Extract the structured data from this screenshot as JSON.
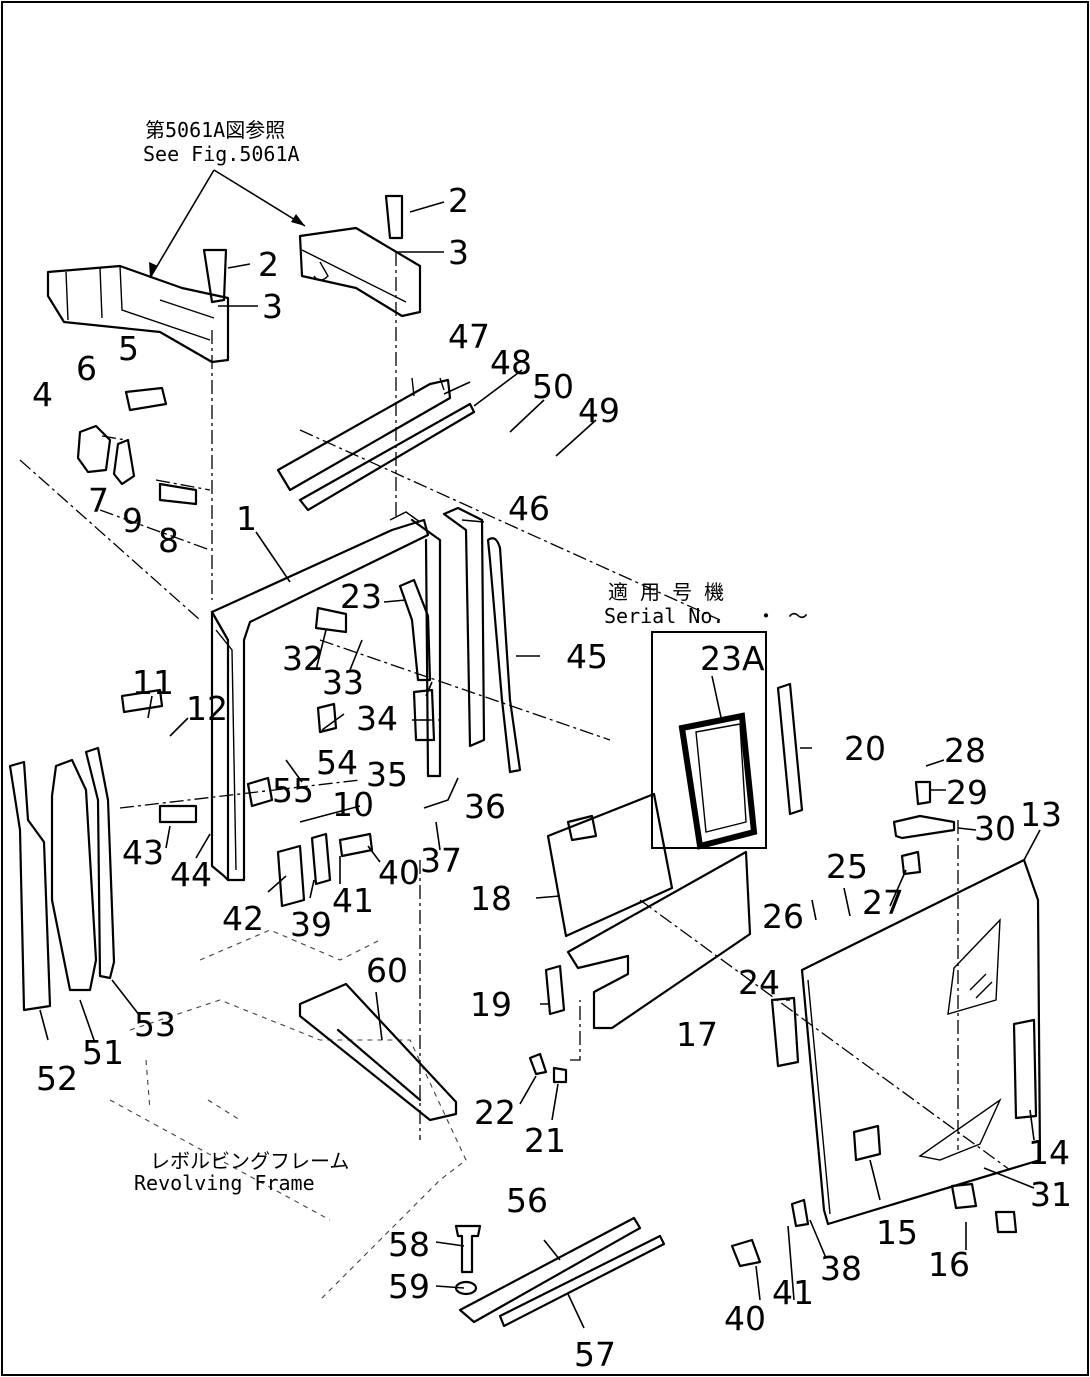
{
  "notes": {
    "see_fig_jp": "第5061A図参照",
    "see_fig_en": "See Fig.5061A",
    "serial_jp": "適 用 号 機",
    "serial_en": "Serial No.",
    "serial_range": "・ ～",
    "frame_jp": "レボルビングフレーム",
    "frame_en": "Revolving Frame"
  },
  "callouts": [
    "1",
    "2",
    "2",
    "3",
    "3",
    "4",
    "5",
    "6",
    "7",
    "8",
    "9",
    "10",
    "11",
    "12",
    "13",
    "14",
    "15",
    "16",
    "17",
    "18",
    "19",
    "20",
    "21",
    "22",
    "23",
    "23A",
    "24",
    "25",
    "26",
    "27",
    "28",
    "29",
    "30",
    "31",
    "32",
    "33",
    "34",
    "35",
    "36",
    "37",
    "38",
    "39",
    "40",
    "40",
    "41",
    "41",
    "42",
    "43",
    "44",
    "45",
    "46",
    "47",
    "48",
    "49",
    "50",
    "51",
    "52",
    "53",
    "54",
    "55",
    "56",
    "57",
    "58",
    "59",
    "60"
  ]
}
